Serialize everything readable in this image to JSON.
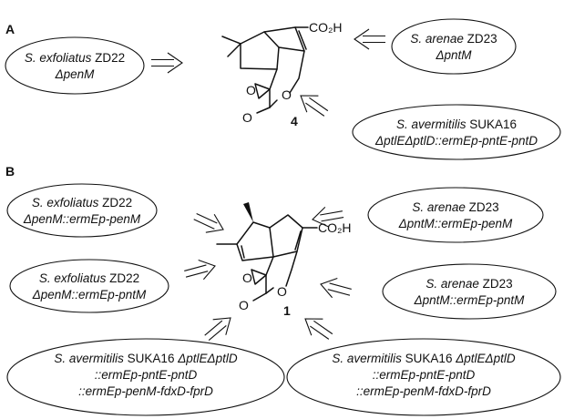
{
  "panels": [
    {
      "label": "A",
      "compound_number": "4",
      "acid_label": "CO₂H",
      "strains": [
        {
          "species": "S. exfoliatus",
          "strain": "ZD22",
          "genotype": [
            "ΔpenM"
          ]
        },
        {
          "species": "S. arenae",
          "strain": "ZD23",
          "genotype": [
            "ΔpntM"
          ]
        },
        {
          "species": "S. avermitilis",
          "strain": "SUKA16",
          "genotype": [
            "ΔptlEΔptlD::ermEp-pntE-pntD"
          ]
        }
      ]
    },
    {
      "label": "B",
      "compound_number": "1",
      "acid_label": "CO₂H",
      "strains": [
        {
          "species": "S. exfoliatus",
          "strain": "ZD22",
          "genotype": [
            "ΔpenM::ermEp-penM"
          ]
        },
        {
          "species": "S. arenae",
          "strain": "ZD23",
          "genotype": [
            "ΔpntM::ermEp-penM"
          ]
        },
        {
          "species": "S. exfoliatus",
          "strain": "ZD22",
          "genotype": [
            "ΔpenM::ermEp-pntM"
          ]
        },
        {
          "species": "S. arenae",
          "strain": "ZD23",
          "genotype": [
            "ΔpntM::ermEp-pntM"
          ]
        },
        {
          "species": "S. avermitilis",
          "strain": "SUKA16",
          "genotype_inline": "ΔptlEΔptlD",
          "genotype": [
            "::ermEp-pntE-pntD",
            "::ermEp-penM-fdxD-fprD"
          ]
        },
        {
          "species": "S. avermitilis",
          "strain": "SUKA16",
          "genotype_inline": "ΔptlEΔptlD",
          "genotype": [
            "::ermEp-pntE-pntD",
            "::ermEp-penM-fdxD-fprD"
          ]
        }
      ]
    }
  ]
}
